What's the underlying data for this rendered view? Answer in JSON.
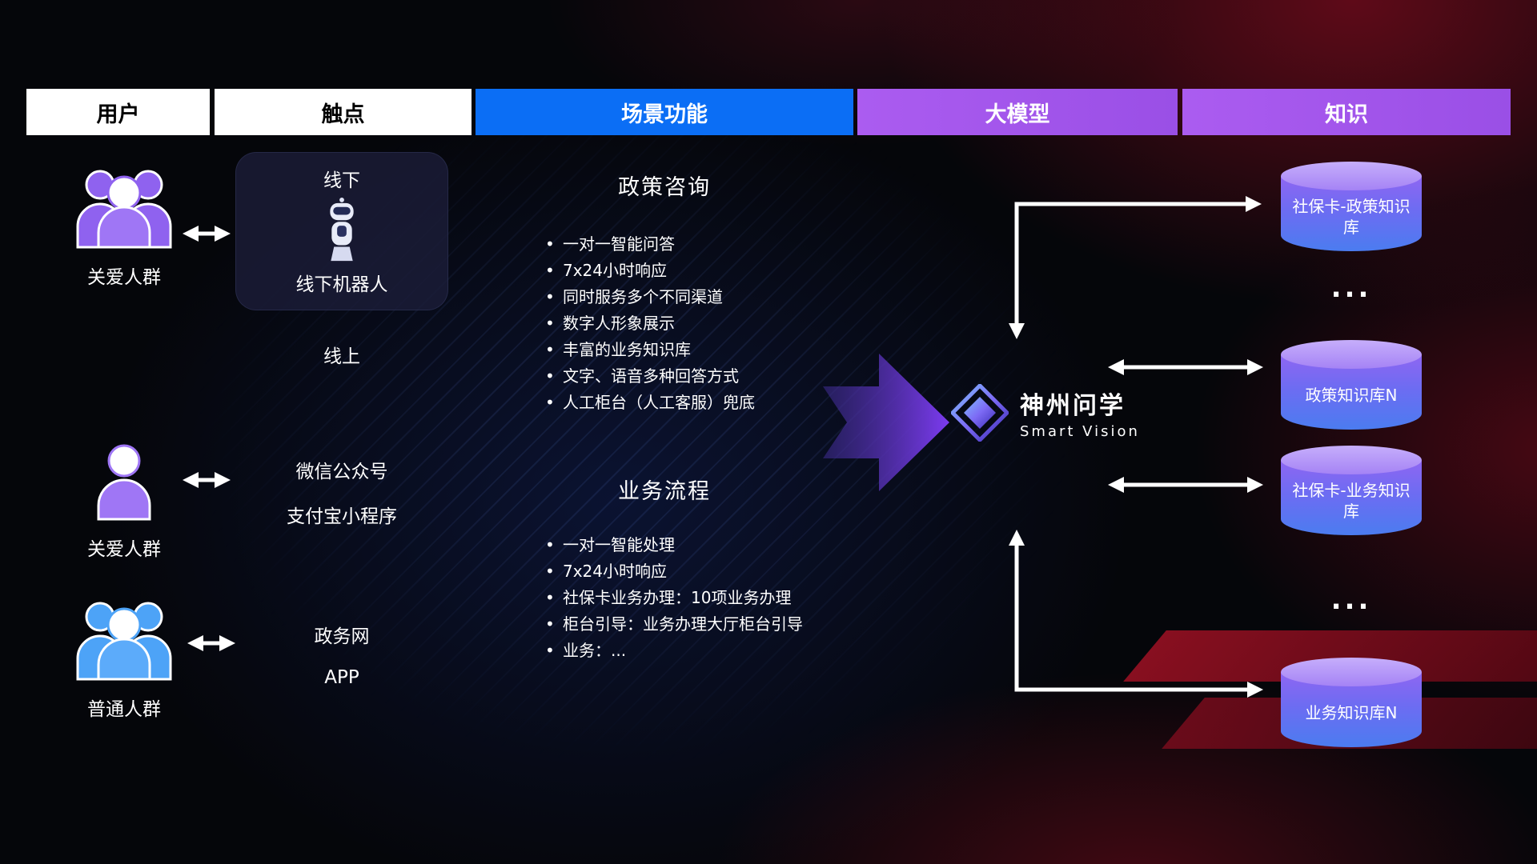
{
  "header": {
    "columns": [
      {
        "label": "用户"
      },
      {
        "label": "触点"
      },
      {
        "label": "场景功能"
      },
      {
        "label": "大模型"
      },
      {
        "label": "知识"
      }
    ]
  },
  "colors": {
    "scene_header": "#0b6ef5",
    "model_header": "#a259ec",
    "knowledge_header": "#a259ec",
    "user_purple": "#9b6df2",
    "user_blue": "#4da3f7",
    "cylinder_top": "#b79cf7",
    "cylinder_body_top": "#8f66f2",
    "cylinder_body_bottom": "#4e7cf0",
    "connector_white": "#ffffff",
    "big_arrow_purple": "#7c3bf0"
  },
  "users": [
    {
      "label": "关爱人群",
      "icon": "user-group-purple"
    },
    {
      "label": "关爱人群",
      "icon": "user-single-purple"
    },
    {
      "label": "普通人群",
      "icon": "user-group-blue"
    }
  ],
  "touchpoints": {
    "offline": {
      "title": "线下",
      "robot_label": "线下机器人",
      "icon": "robot-icon"
    },
    "online": {
      "title": "线上",
      "channels": [
        "微信公众号",
        "支付宝小程序"
      ]
    },
    "gov_channels": [
      "政务网",
      "APP"
    ]
  },
  "scenes": [
    {
      "title": "政策咨询",
      "items": [
        "一对一智能问答",
        "7x24小时响应",
        "同时服务多个不同渠道",
        "数字人形象展示",
        "丰富的业务知识库",
        "文字、语音多种回答方式",
        "人工柜台（人工客服）兜底"
      ]
    },
    {
      "title": "业务流程",
      "items": [
        "一对一智能处理",
        "7x24小时响应",
        "社保卡业务办理：10项业务办理",
        "柜台引导：业务办理大厅柜台引导",
        "业务：..."
      ]
    }
  ],
  "model": {
    "name": "神州问学",
    "subtitle": "Smart Vision",
    "icon": "diamond-logo"
  },
  "knowledge": {
    "databases": [
      "社保卡-政策知识库",
      "政策知识库N",
      "社保卡-业务知识库",
      "业务知识库N"
    ],
    "ellipsis": "..."
  }
}
